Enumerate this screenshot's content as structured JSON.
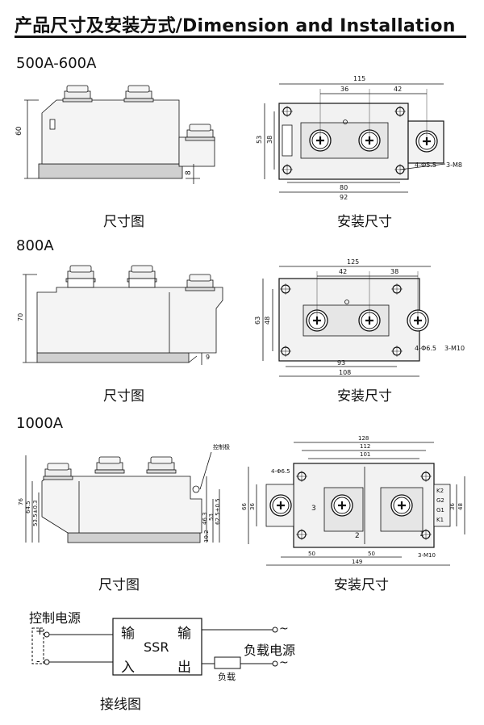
{
  "header": {
    "title": "产品尺寸及安装方式/Dimension and  Installation"
  },
  "sections": [
    {
      "label": "500A-600A",
      "caption_left": "尺寸图",
      "caption_right": "安装尺寸",
      "dims_side": {
        "height": "60",
        "base": "8"
      },
      "dims_top": {
        "w115": "115",
        "w36": "36",
        "w42": "42",
        "h53": "53",
        "h38": "38",
        "w80": "80",
        "w92": "92",
        "holes": "4-Φ5.5",
        "screws": "3-M8"
      }
    },
    {
      "label": "800A",
      "caption_left": "尺寸图",
      "caption_right": "安装尺寸",
      "dims_side": {
        "height": "70",
        "base": "9"
      },
      "dims_top": {
        "w125": "125",
        "w42": "42",
        "w38": "38",
        "h63": "63",
        "h48": "48",
        "w93": "93",
        "w108": "108",
        "holes": "4-Φ6.5",
        "screws": "3-M10"
      }
    },
    {
      "label": "1000A",
      "caption_left": "尺寸图",
      "caption_right": "安装尺寸",
      "dims_side": {
        "h76": "76",
        "h64": "64.5",
        "h53": "53.5±0.3",
        "h46": "46.3",
        "h53b": "53",
        "h62": "62.5±0.5",
        "ctrl": "控制极",
        "h10": "10.2"
      },
      "dims_top": {
        "w128": "128",
        "w112": "112",
        "w101": "101",
        "h66": "66",
        "h36": "36",
        "r36": "36",
        "r48": "48",
        "holes": "4-Φ6.5",
        "w50a": "50",
        "w50b": "50",
        "w149": "149",
        "screws": "3-M10",
        "t1": "1",
        "t2": "2",
        "t3": "3",
        "k2": "K2",
        "g2": "G2",
        "g1": "G1",
        "k1": "K1"
      }
    }
  ],
  "wiring": {
    "control_power": "控制电源",
    "plus": "+",
    "minus": "-",
    "in_top": "输",
    "in_bottom": "入",
    "ssr": "SSR",
    "out_top": "输",
    "out_bottom": "出",
    "load_power": "负载电源",
    "load": "负载",
    "tilde": "~",
    "caption": "接线图"
  }
}
